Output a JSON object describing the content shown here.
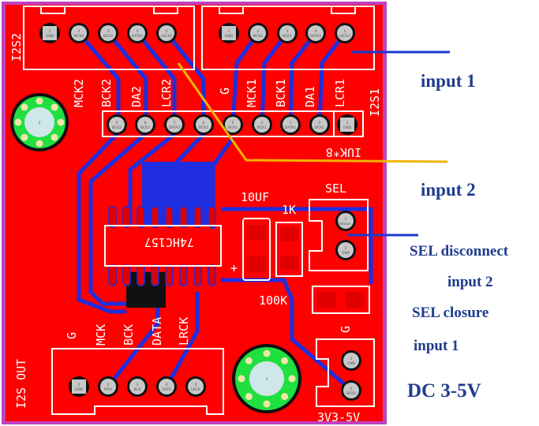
{
  "board": {
    "ic_label": "74HC157",
    "cap_label": "10UF",
    "res1_label": "1K",
    "res2_label": "100K",
    "sel_label": "SEL",
    "ground_label": "G",
    "power_label": "3V3-5V",
    "header_label": "IUK*8",
    "i2s2_title": "I2S2",
    "i2s1_title": "I2S1",
    "out_title": "I2S OUT",
    "hole_label": "3"
  },
  "i2s2_connector": {
    "pins": [
      {
        "n": "1",
        "name": "GND"
      },
      {
        "n": "2",
        "name": "MCK2"
      },
      {
        "n": "3",
        "name": "BCK2"
      },
      {
        "n": "4",
        "name": "DATA2"
      },
      {
        "n": "5",
        "name": "LRCK2"
      }
    ]
  },
  "i2s1_connector": {
    "pins": [
      {
        "n": "1",
        "name": "GND"
      },
      {
        "n": "2",
        "name": "MCK1"
      },
      {
        "n": "3",
        "name": "BCK1"
      },
      {
        "n": "4",
        "name": "DATA1"
      },
      {
        "n": "5",
        "name": "LRCK1"
      }
    ]
  },
  "header_labels": [
    "MCK2",
    "BCK2",
    "DA2",
    "LCR2",
    "G",
    "MCK1",
    "BCK1",
    "DA1",
    "LCR1"
  ],
  "header_pins": [
    {
      "n": "9",
      "name": "BCK2"
    },
    {
      "n": "8",
      "name": "BCK2"
    },
    {
      "n": "7",
      "name": "DATA2"
    },
    {
      "n": "6",
      "name": "BCK2"
    },
    {
      "n": "5",
      "name": "BCK1"
    },
    {
      "n": "4",
      "name": "BCK1"
    },
    {
      "n": "3",
      "name": "DATA1"
    },
    {
      "n": "2",
      "name": "BCK1"
    },
    {
      "n": "1",
      "name": "GND"
    }
  ],
  "out_labels": [
    "G",
    "MCK",
    "BCK",
    "DATA",
    "LRCK"
  ],
  "out_connector": {
    "pins": [
      {
        "n": "1",
        "name": "GND"
      },
      {
        "n": "2",
        "name": "MCK"
      },
      {
        "n": "3",
        "name": "BCK"
      },
      {
        "n": "4",
        "name": "DATA"
      },
      {
        "n": "5",
        "name": "LRCK"
      }
    ]
  },
  "sel_connector": {
    "pins": [
      {
        "n": "1",
        "name": "Detcon..."
      },
      {
        "n": "2",
        "name": "GND"
      }
    ]
  },
  "power_connector": {
    "pins": [
      {
        "n": "1",
        "name": "GND"
      },
      {
        "n": "2",
        "name": "DD5V"
      }
    ]
  },
  "annotations": {
    "input1": "input 1",
    "input2": "input 2",
    "sel_disconnect": "SEL disconnect",
    "sel_disconnect_result": "input 2",
    "sel_closure": "SEL closure",
    "sel_closure_result": "input 1",
    "dc": "DC 3-5V"
  },
  "colors": {
    "board": "#ff0000",
    "trace": "#1e2ee0",
    "pointer_blue": "#1a3ad0",
    "pointer_yellow": "#f2b400",
    "note": "#1f3c8c",
    "border": "#c040c0",
    "hole": "#20e040"
  }
}
